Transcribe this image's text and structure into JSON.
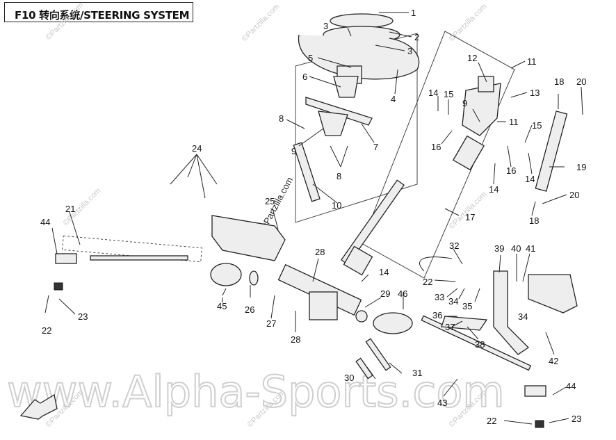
{
  "diagram": {
    "title": "F10 转向系统/STEERING SYSTEM",
    "watermark": "www.Alpha-Sports.com",
    "small_watermark": "©Partzilla.com",
    "vertical_watermark": "©Partzilla.com",
    "callouts": [
      {
        "id": "c1",
        "label": "1"
      },
      {
        "id": "c2",
        "label": "2"
      },
      {
        "id": "c3a",
        "label": "3"
      },
      {
        "id": "c3b",
        "label": "3"
      },
      {
        "id": "c4",
        "label": "4"
      },
      {
        "id": "c5",
        "label": "5"
      },
      {
        "id": "c6",
        "label": "6"
      },
      {
        "id": "c7",
        "label": "7"
      },
      {
        "id": "c8a",
        "label": "8"
      },
      {
        "id": "c8b",
        "label": "8"
      },
      {
        "id": "c9a",
        "label": "9"
      },
      {
        "id": "c9b",
        "label": "9"
      },
      {
        "id": "c10",
        "label": "10"
      },
      {
        "id": "c11a",
        "label": "11"
      },
      {
        "id": "c11b",
        "label": "11"
      },
      {
        "id": "c12",
        "label": "12"
      },
      {
        "id": "c13",
        "label": "13"
      },
      {
        "id": "c14a",
        "label": "14"
      },
      {
        "id": "c14b",
        "label": "14"
      },
      {
        "id": "c14c",
        "label": "14"
      },
      {
        "id": "c14d",
        "label": "14"
      },
      {
        "id": "c15a",
        "label": "15"
      },
      {
        "id": "c15b",
        "label": "15"
      },
      {
        "id": "c16a",
        "label": "16"
      },
      {
        "id": "c16b",
        "label": "16"
      },
      {
        "id": "c17",
        "label": "17"
      },
      {
        "id": "c18a",
        "label": "18"
      },
      {
        "id": "c18b",
        "label": "18"
      },
      {
        "id": "c19",
        "label": "19"
      },
      {
        "id": "c20a",
        "label": "20"
      },
      {
        "id": "c20b",
        "label": "20"
      },
      {
        "id": "c21",
        "label": "21"
      },
      {
        "id": "c22a",
        "label": "22"
      },
      {
        "id": "c22b",
        "label": "22"
      },
      {
        "id": "c22c",
        "label": "22"
      },
      {
        "id": "c23a",
        "label": "23"
      },
      {
        "id": "c23b",
        "label": "23"
      },
      {
        "id": "c24",
        "label": "24"
      },
      {
        "id": "c25",
        "label": "25"
      },
      {
        "id": "c26",
        "label": "26"
      },
      {
        "id": "c27",
        "label": "27"
      },
      {
        "id": "c28a",
        "label": "28"
      },
      {
        "id": "c28b",
        "label": "28"
      },
      {
        "id": "c29",
        "label": "29"
      },
      {
        "id": "c30",
        "label": "30"
      },
      {
        "id": "c31",
        "label": "31"
      },
      {
        "id": "c32",
        "label": "32"
      },
      {
        "id": "c33",
        "label": "33"
      },
      {
        "id": "c34a",
        "label": "34"
      },
      {
        "id": "c34b",
        "label": "34"
      },
      {
        "id": "c35",
        "label": "35"
      },
      {
        "id": "c36",
        "label": "36"
      },
      {
        "id": "c37",
        "label": "37"
      },
      {
        "id": "c38",
        "label": "38"
      },
      {
        "id": "c39",
        "label": "39"
      },
      {
        "id": "c40",
        "label": "40"
      },
      {
        "id": "c41",
        "label": "41"
      },
      {
        "id": "c42",
        "label": "42"
      },
      {
        "id": "c43",
        "label": "43"
      },
      {
        "id": "c44a",
        "label": "44"
      },
      {
        "id": "c44b",
        "label": "44"
      },
      {
        "id": "c45",
        "label": "45"
      },
      {
        "id": "c46",
        "label": "46"
      }
    ]
  }
}
